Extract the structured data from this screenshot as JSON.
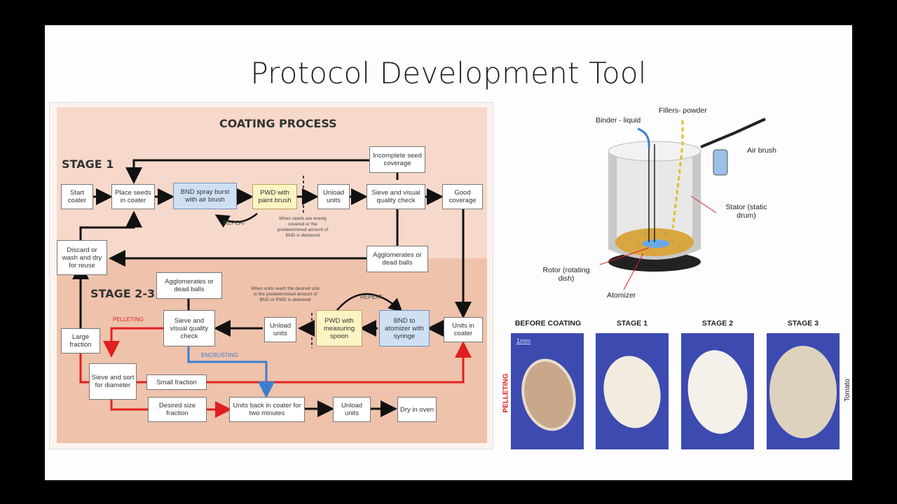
{
  "slide": {
    "title": "Protocol Development Tool"
  },
  "flowchart": {
    "title": "COATING PROCESS",
    "stage1": "STAGE 1",
    "stage23": "STAGE 2-3",
    "boxes": {
      "start": "Start coater",
      "place_seeds": "Place seeds in coater",
      "bnd_spray": "BND spray burst with air brush",
      "pwd_paint": "PWD with paint brush",
      "unload1": "Unload units",
      "sieve1": "Sieve and visual quality check",
      "good_coverage": "Good coverage",
      "incomplete": "Incomplete seed coverage",
      "discard": "Discard or wash and dry for reuse",
      "agglom1": "Agglomerates or dead balls",
      "agglom2": "Agglomerates or dead balls",
      "units_in_coater": "Units in coater",
      "bnd_atomizer": "BND to atomizer with syringe",
      "pwd_spoon": "PWD with measuring spoon",
      "unload2": "Unload units",
      "sieve2": "Sieve and visual quality check",
      "large_fraction": "Large fraction",
      "sieve_sort": "Sieve and sort for diameter",
      "small_fraction": "Small fraction",
      "desired_size": "Desired size fraction",
      "units_back": "Units back in coater for two minutes",
      "unload3": "Unload units",
      "dry_oven": "Dry in oven"
    },
    "labels": {
      "repeat1": "REPEAT",
      "repeat2": "REPEAT",
      "note1": "When seeds are evenly covered or the predetermined amount of BND is delivered",
      "note2": "When units reach the desired size or the predetermined amount of BND or PWD is delivered",
      "pelleting": "PELLETING",
      "encrusting": "ENCRUSTING"
    }
  },
  "coater_diagram": {
    "binder": "Binder - liquid",
    "fillers": "Fillers- powder",
    "air_brush": "Air brush",
    "stator": "Stator (static drum)",
    "rotor": "Rotor (rotating dish)",
    "atomizer": "Atomizer"
  },
  "photos": {
    "stages": [
      "BEFORE COATING",
      "STAGE 1",
      "STAGE 2",
      "STAGE 3"
    ],
    "scale": "1mm",
    "side_left": "PELLETING",
    "side_right": "Tomato"
  },
  "colors": {
    "red_path": "#e02020",
    "blue_path": "#3b7fd0",
    "photo_bg": "#3d4ab0"
  }
}
